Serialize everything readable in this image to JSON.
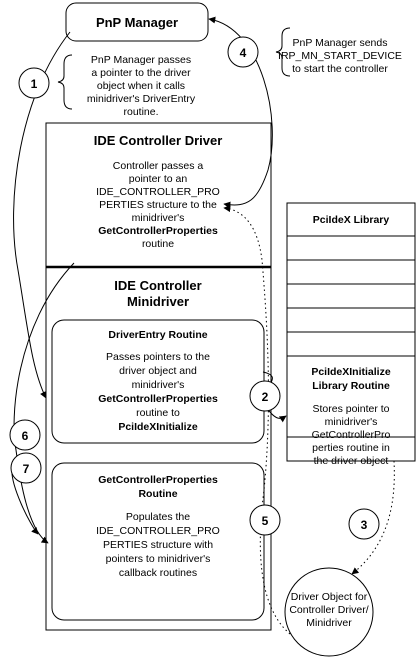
{
  "pnp_manager": {
    "title": "PnP Manager"
  },
  "note_1": {
    "lines": [
      "PnP Manager passes",
      "a pointer to the driver",
      "object when it calls",
      "minidriver's DriverEntry",
      "routine."
    ]
  },
  "note_4": {
    "lines": [
      "PnP Manager sends",
      "IRP_MN_START_DEVICE",
      "to start the controller"
    ]
  },
  "controller_driver": {
    "title": "IDE Controller Driver",
    "desc": [
      {
        "text": "Controller passes a",
        "bold": false
      },
      {
        "text": "pointer to an",
        "bold": false
      },
      {
        "text": "IDE_CONTROLLER_PRO",
        "bold": false
      },
      {
        "text": "PERTIES structure to the",
        "bold": false
      },
      {
        "text": "minidriver's",
        "bold": false
      },
      {
        "text": "GetControllerProperties",
        "bold": true
      },
      {
        "text": "routine",
        "bold": false
      }
    ]
  },
  "minidriver": {
    "title_lines": [
      "IDE Controller",
      "Minidriver"
    ]
  },
  "driver_entry": {
    "title": "DriverEntry Routine",
    "desc": [
      {
        "text": "Passes  pointers to the",
        "bold": false
      },
      {
        "text": "driver object and",
        "bold": false
      },
      {
        "text": "minidriver's",
        "bold": false
      },
      {
        "text": "GetControllerProperties",
        "bold": true
      },
      {
        "text": "routine to",
        "bold": false
      },
      {
        "text": "PciIdeXInitialize",
        "bold": true
      }
    ]
  },
  "get_props": {
    "title_lines": [
      "GetControllerProperties",
      "Routine"
    ],
    "desc": [
      "Populates the",
      "IDE_CONTROLLER_PRO",
      "PERTIES structure with",
      "pointers to minidriver's",
      "callback routines"
    ]
  },
  "library": {
    "title": "PciIdeX Library",
    "routine_title": [
      "PciIdeXInitialize",
      "Library Routine"
    ],
    "routine_desc": [
      "Stores pointer to",
      "minidriver's",
      "GetControllerPro",
      "perties routine in",
      "the driver object"
    ]
  },
  "driver_object": {
    "lines": [
      "Driver Object for",
      "Controller Driver/",
      "Minidriver"
    ]
  },
  "steps": [
    "1",
    "2",
    "3",
    "4",
    "5",
    "6",
    "7"
  ]
}
